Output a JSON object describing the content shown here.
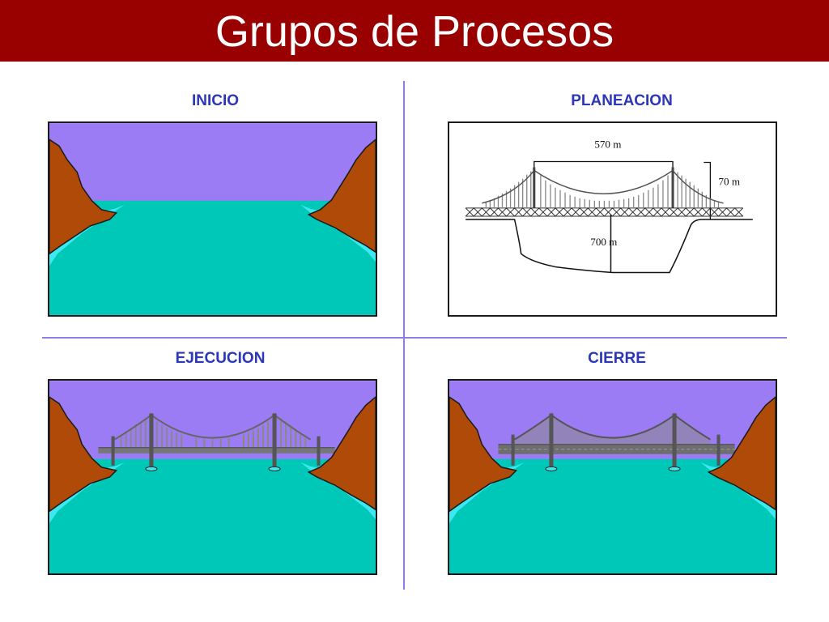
{
  "title": "Grupos de Procesos",
  "quadrants": {
    "inicio": {
      "label": "INICIO"
    },
    "planeacion": {
      "label": "PLANEACION",
      "span_label": "570 m",
      "height_label": "70 m",
      "depth_label": "700 m"
    },
    "ejecucion": {
      "label": "EJECUCION"
    },
    "cierre": {
      "label": "CIERRE"
    }
  },
  "colors": {
    "title_bar": "#990000",
    "divider": "#8f7de6",
    "label": "#2b36b8",
    "sky": "#9b7cf4",
    "water": "#00c8b8",
    "foam": "#3de8f0",
    "cliff": "#b04a08",
    "bridge": "#777777"
  }
}
